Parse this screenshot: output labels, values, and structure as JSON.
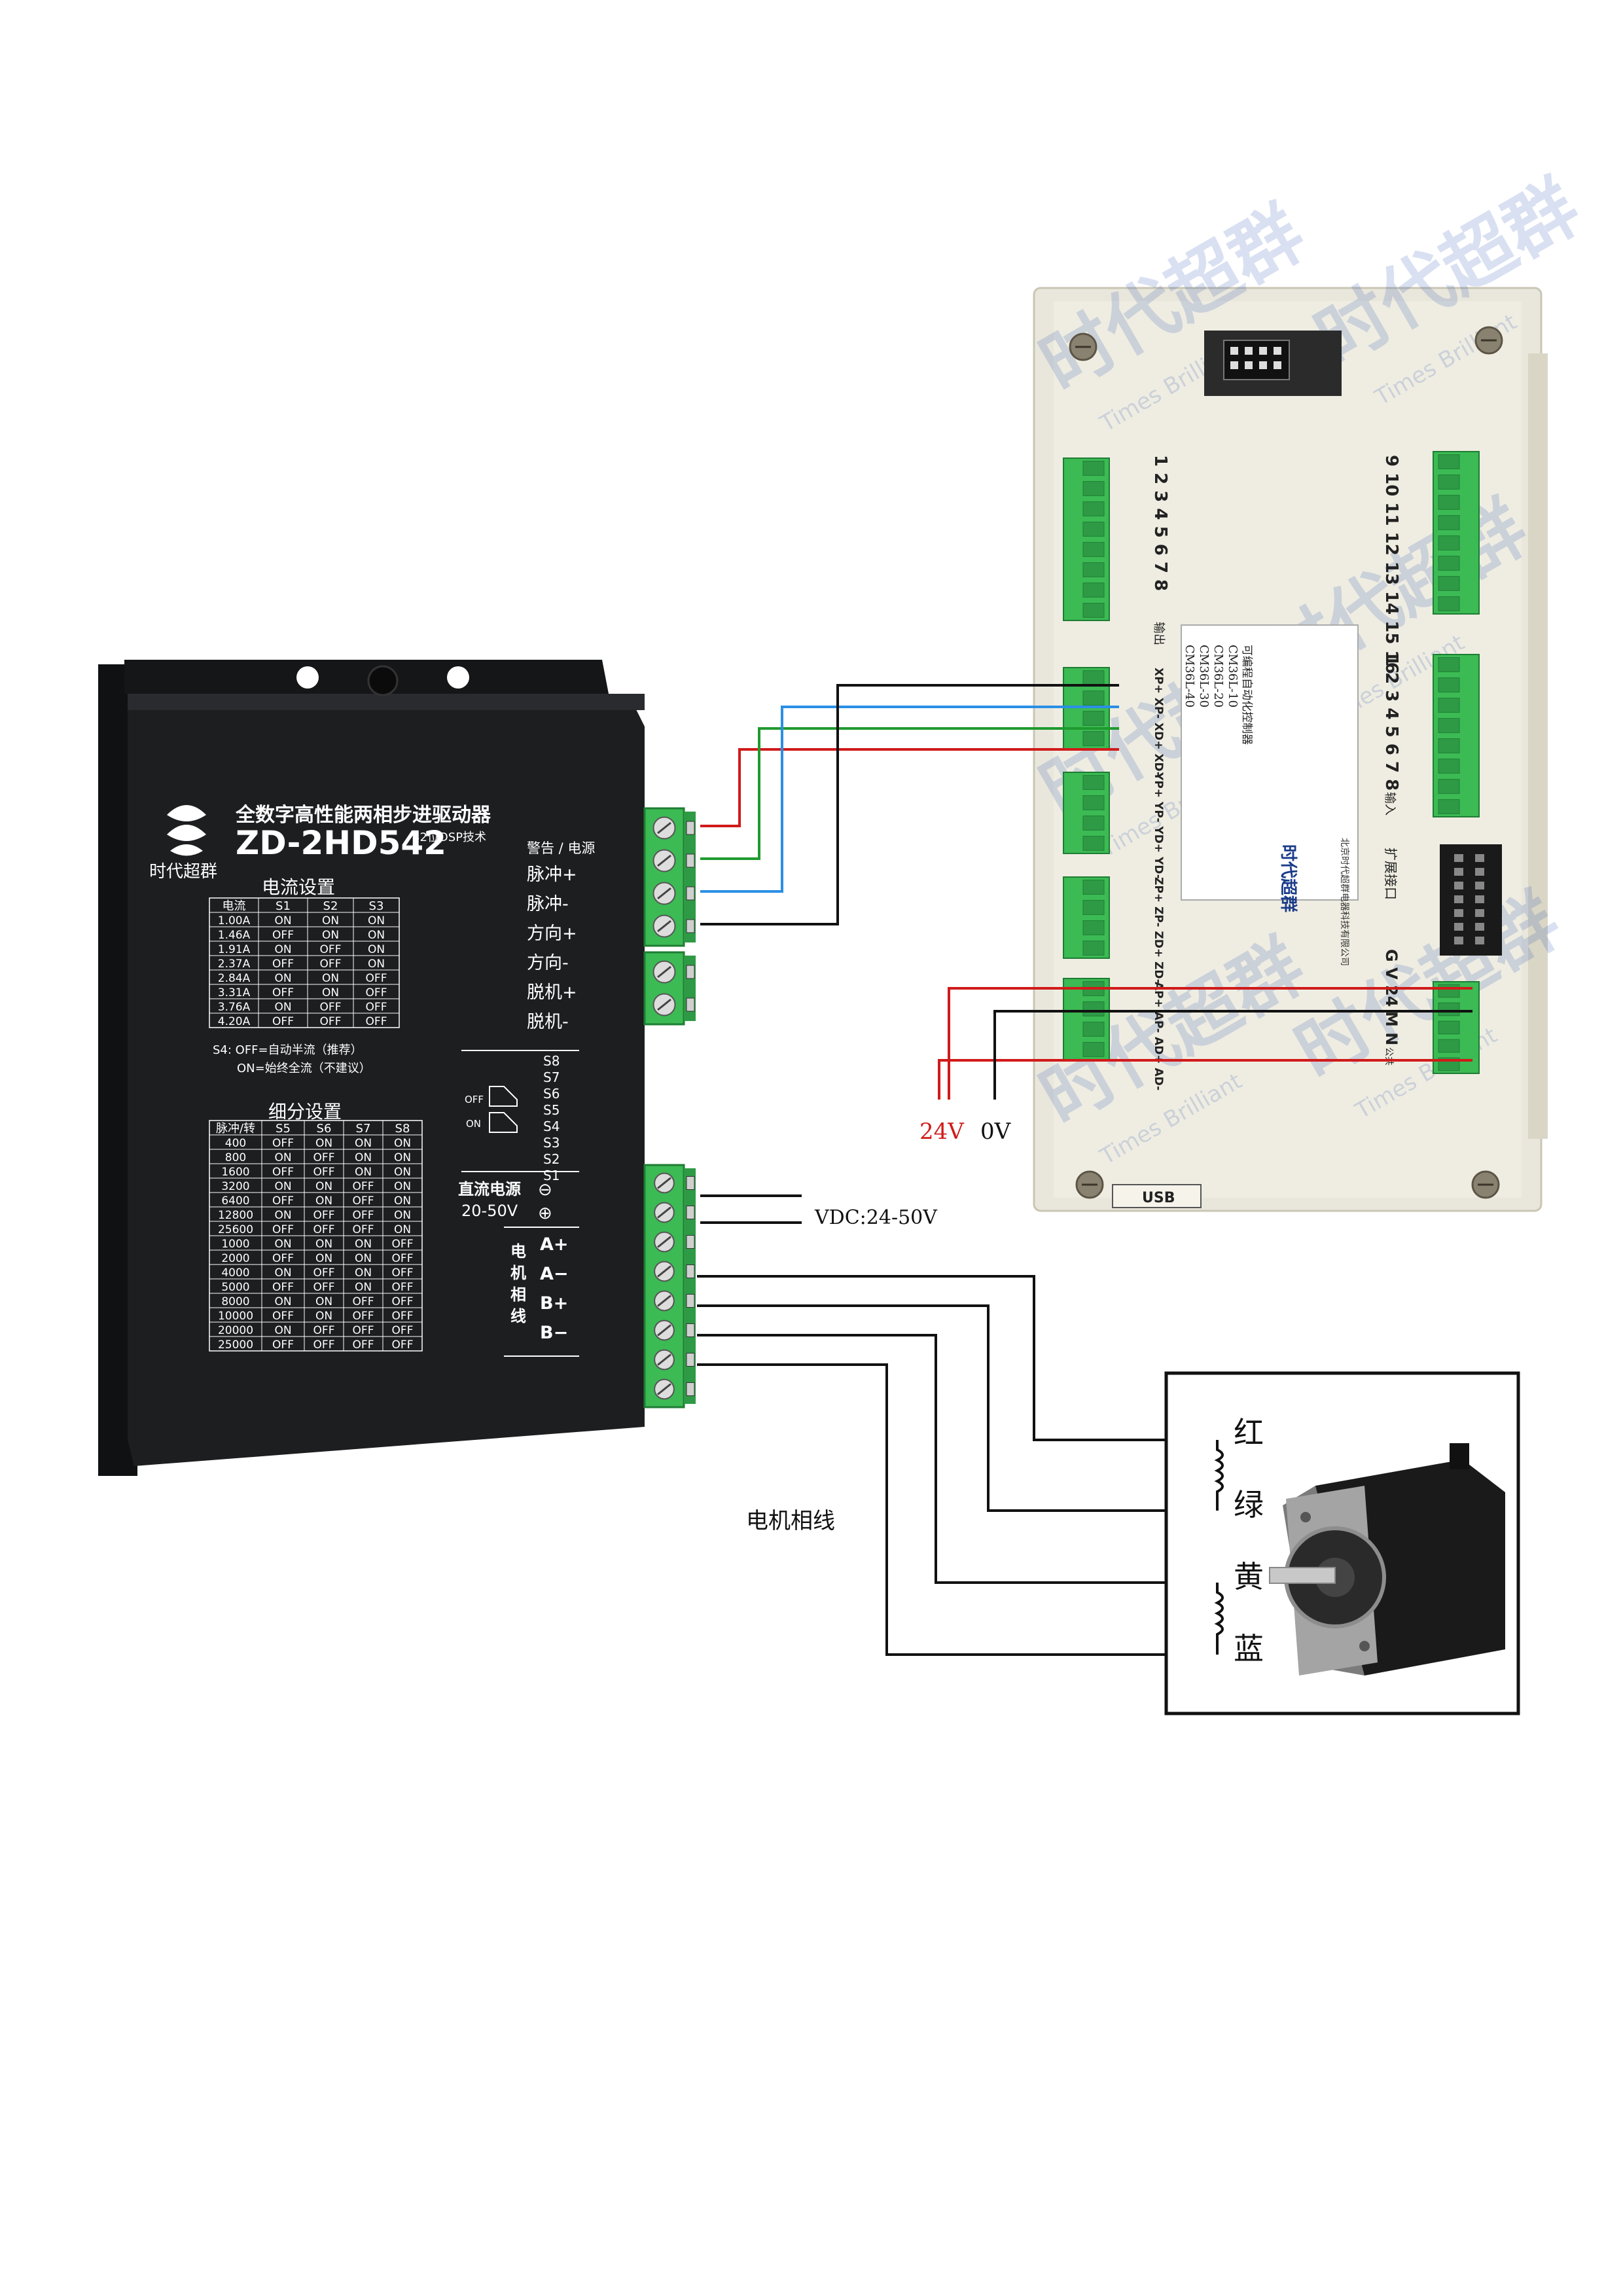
{
  "driver": {
    "brand": "时代超群",
    "title_cn": "全数字高性能两相步进驱动器",
    "model": "ZD-2HD542",
    "dsp_note": "32位DSP技术",
    "alarm_power": "警告 / 电源",
    "signal_terminals": [
      "脉冲+",
      "脉冲-",
      "方向+",
      "方向-",
      "脱机+",
      "脱机-"
    ],
    "current_table": {
      "title": "电流设置",
      "headers": [
        "电流",
        "S1",
        "S2",
        "S3"
      ],
      "rows": [
        [
          "1.00A",
          "ON",
          "ON",
          "ON"
        ],
        [
          "1.46A",
          "OFF",
          "ON",
          "ON"
        ],
        [
          "1.91A",
          "ON",
          "OFF",
          "ON"
        ],
        [
          "2.37A",
          "OFF",
          "OFF",
          "ON"
        ],
        [
          "2.84A",
          "ON",
          "ON",
          "OFF"
        ],
        [
          "3.31A",
          "OFF",
          "ON",
          "OFF"
        ],
        [
          "3.76A",
          "ON",
          "OFF",
          "OFF"
        ],
        [
          "4.20A",
          "OFF",
          "OFF",
          "OFF"
        ]
      ]
    },
    "s4_note_1": "S4: OFF=自动半流（推荐）",
    "s4_note_2": "ON=始终全流（不建议）",
    "switch_labels": [
      "S8",
      "S7",
      "S6",
      "S5",
      "S4",
      "S3",
      "S2",
      "S1"
    ],
    "off_label": "OFF",
    "on_label": "ON",
    "micro_table": {
      "title": "细分设置",
      "headers": [
        "脉冲/转",
        "S5",
        "S6",
        "S7",
        "S8"
      ],
      "rows": [
        [
          "400",
          "OFF",
          "ON",
          "ON",
          "ON"
        ],
        [
          "800",
          "ON",
          "OFF",
          "ON",
          "ON"
        ],
        [
          "1600",
          "OFF",
          "OFF",
          "ON",
          "ON"
        ],
        [
          "3200",
          "ON",
          "ON",
          "OFF",
          "ON"
        ],
        [
          "6400",
          "OFF",
          "ON",
          "OFF",
          "ON"
        ],
        [
          "12800",
          "ON",
          "OFF",
          "OFF",
          "ON"
        ],
        [
          "25600",
          "OFF",
          "OFF",
          "OFF",
          "ON"
        ],
        [
          "1000",
          "ON",
          "ON",
          "ON",
          "OFF"
        ],
        [
          "2000",
          "OFF",
          "ON",
          "ON",
          "OFF"
        ],
        [
          "4000",
          "ON",
          "OFF",
          "ON",
          "OFF"
        ],
        [
          "5000",
          "OFF",
          "OFF",
          "ON",
          "OFF"
        ],
        [
          "8000",
          "ON",
          "ON",
          "OFF",
          "OFF"
        ],
        [
          "10000",
          "OFF",
          "ON",
          "OFF",
          "OFF"
        ],
        [
          "20000",
          "ON",
          "OFF",
          "OFF",
          "OFF"
        ],
        [
          "25000",
          "OFF",
          "OFF",
          "OFF",
          "OFF"
        ]
      ]
    },
    "dc_power": "直流电源",
    "dc_range": "20-50V",
    "minus_sym": "⊖",
    "plus_sym": "⊕",
    "motor_phase_vertical": [
      "电",
      "机",
      "相",
      "线"
    ],
    "phase_terminals": [
      "A+",
      "A−",
      "B+",
      "B−"
    ]
  },
  "controller": {
    "output_nums": "1 2 3 4 5 6 7 8",
    "output_label": "输出",
    "input_nums_top": "9 10 11 12 13 14 15 16",
    "input_nums_bottom": "1 2 3 4 5 6 7 8",
    "input_label": "输入",
    "expand_label": "扩展接口",
    "power_pins": "G V 24",
    "mn_pins": "M N",
    "common_label": "公共",
    "axis_labels": [
      "XP+ XP- XD+ XD-",
      "YP+ YP- YD+ YD-",
      "ZP+ ZP- ZD+ ZD-",
      "AP+ AP- AD+ AD-"
    ],
    "label_lines": [
      "可编程自动化控制器",
      "CM36L-10",
      "CM36L-20",
      "CM36L-30",
      "CM36L-40"
    ],
    "brand": "时代超群",
    "company": "北京时代超群电器科技有限公司",
    "usb": "USB",
    "watermark": "时代超群",
    "watermark_en": "Times Brilliant"
  },
  "wiring": {
    "v24": "24V",
    "v0": "0V",
    "vdc": "VDC:24-50V",
    "motor_phase": "电机相线",
    "coil_colors": [
      "红",
      "绿",
      "黄",
      "蓝"
    ],
    "colors": {
      "red": "#d11a1a",
      "green": "#1f9a2f",
      "blue": "#2b8fe6",
      "black": "#111111",
      "terminal_green": "#3cba54",
      "driver_body": "#1d1e20",
      "controller_body": "#eeece0"
    }
  }
}
